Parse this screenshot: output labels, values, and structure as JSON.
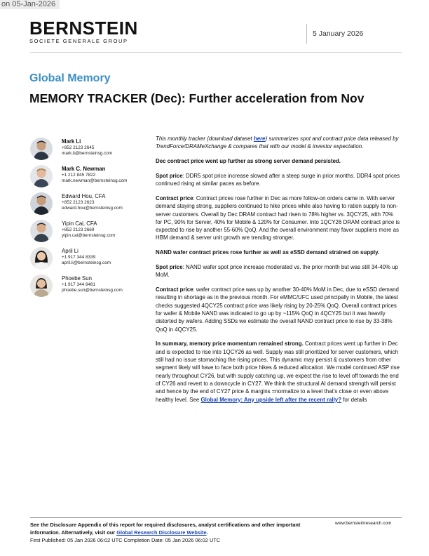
{
  "stamp": "on 05-Jan-2026",
  "header": {
    "logo_main": "BERNSTEIN",
    "logo_sub": "SOCIETE GENERALE GROUP",
    "date": "5 January 2026"
  },
  "category": "Global Memory",
  "title": "MEMORY TRACKER (Dec): Further acceleration from Nov",
  "authors": [
    {
      "name": "Mark Li",
      "phone": "+852 2123 2645",
      "email": "mark.li@bernsteinsg.com"
    },
    {
      "name": "Mark C. Newman",
      "phone": "+1 212 845 7822",
      "email": "mark.newman@bernsteinsg.com"
    },
    {
      "name": "Edward Hou, CFA",
      "phone": "+852 2123 2623",
      "email": "edward.hou@bernsteinsg.com"
    },
    {
      "name": "Yipin Cai, CFA",
      "phone": "+852 2123 2669",
      "email": "yipin.cai@bernsteinsg.com"
    },
    {
      "name": "April Li",
      "phone": "+1 917 344 8339",
      "email": "april.li@bernsteinsg.com"
    },
    {
      "name": "Phoebe Sun",
      "phone": "+1 917 344 8481",
      "email": "phoebe.sun@bernsteinsg.com"
    }
  ],
  "body": {
    "intro_before_link": "This monthly tracker (download dataset ",
    "intro_link": "here",
    "intro_after_link": ") summarizes spot and contract price data released by TrendForce/DRAMeXchange & compares that with our model & investor expectation.",
    "dram_heading": "Dec contract price went up further as strong server demand persisted.",
    "spot_label": "Spot price",
    "dram_spot_text": ": DDR5 spot price increase slowed after a steep surge in prior months. DDR4 spot prices continued rising at similar paces as before.",
    "contract_label": "Contract price",
    "dram_contract_text": ": Contract prices rose further in Dec as more follow-on orders came in. With server demand staying strong, suppliers continued to hike prices while also having to ration supply to non-server customers. Overall by Dec DRAM contract had risen to 78% higher vs. 3QCY25, with 70% for PC, 90% for Server, 40% for Mobile & 120% for Consumer. Into 1QCY26 DRAM contract price is expected to rise by another 55-60% QoQ. And the overall environment may favor suppliers more as HBM demand & server unit growth are trending stronger.",
    "nand_heading": "NAND wafer contract prices rose further as well as eSSD demand strained on supply.",
    "nand_spot_text": ": NAND wafer spot price increase moderated vs. the prior month but was still 34-40% up MoM.",
    "nand_contract_text": ": wafer contract price was up by another 30-40% MoM in Dec, due to eSSD demand resulting in shortage as in the previous month. For eMMC/UFC used principally in Mobile, the latest checks suggested 4QCY25 contract price was likely rising by 20-25% QoQ. Overall contract prices for wafer & Mobile NAND was indicated to go up by ~115% QoQ in 4QCY25 but it was heavily distorted by wafers. Adding SSDs we estimate the overall NAND contract price to rise by 33-38% QoQ in 4QCY25.",
    "summary_bold": "In summary, memory price momentum remained strong.",
    "summary_text": " Contract prices went up further in Dec and is expected to rise into 1QCY26 as well. Supply was still prioritized for server customers, which still had no issue stomaching the rising prices. This dynamic may persist & customers from other segment likely will have to face both price hikes & reduced allocation. We model continued ASP rise nearly throughout CY26, but with supply catching up, we expect the rise to level off towards the end of CY26 and revert to a downcycle in CY27. We think the structural AI demand strength will persist and hence by the end of CY27 price & margins =normalize to a level that’s close or even above healthy level. See ",
    "summary_link": "Global Memory: Any upside left after the recent rally?",
    "summary_end": " for details"
  },
  "footer": {
    "disclosure_text": "See the Disclosure Appendix of this report for required disclosures, analyst certifications and other important information. Alternatively, visit our ",
    "disclosure_link": "Global Research Disclosure Website",
    "disclosure_end": ".",
    "published": "First Published: 05 Jan 2026 06:02 UTC Completion Date: 05 Jan 2026 06:02 UTC",
    "website": "www.bernsteinresearch.com"
  }
}
